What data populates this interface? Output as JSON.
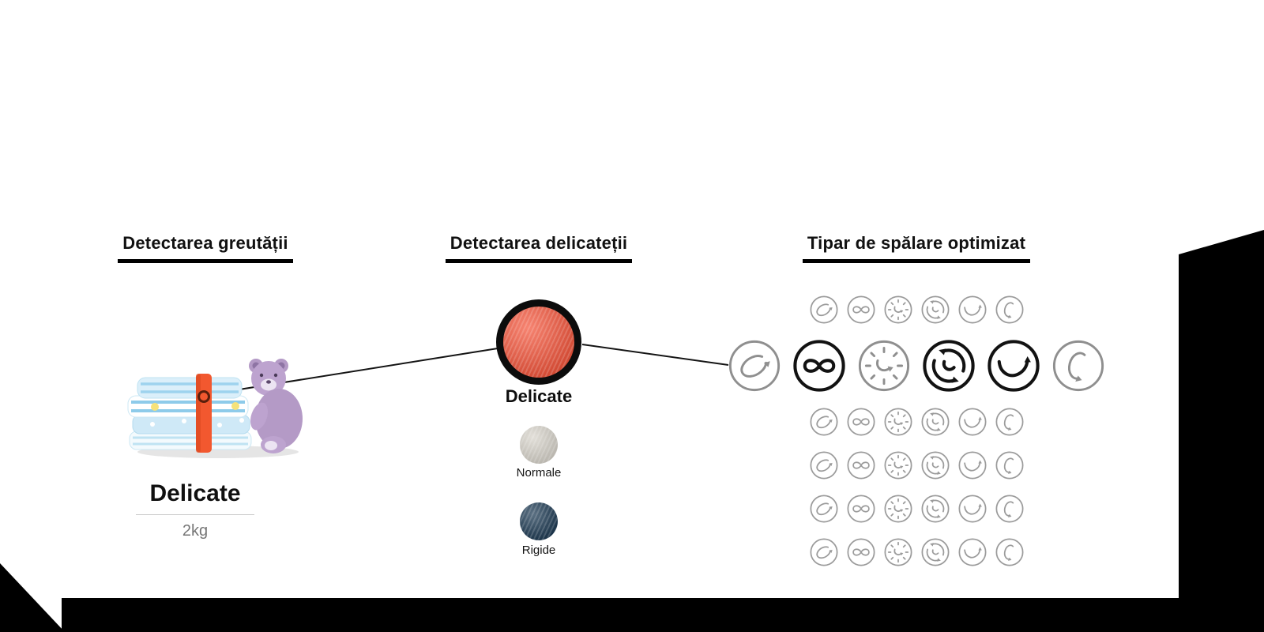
{
  "sections": {
    "weight": {
      "title": "Detectarea greutății",
      "result_label": "Delicate",
      "result_value": "2kg",
      "illustration": "folded-delicate-clothes-with-teddy-bear"
    },
    "softness": {
      "title": "Detectarea delicateții",
      "selected": {
        "label": "Delicate",
        "color": "#f3543a"
      },
      "options": [
        {
          "label": "Normale",
          "color": "#d7d3ca"
        },
        {
          "label": "Rigide",
          "color": "#1d3a53"
        }
      ]
    },
    "pattern": {
      "title": "Tipar de spălare optimizat",
      "motion_icons": [
        "drum-motion-tumble-icon",
        "drum-motion-rolling-icon",
        "drum-motion-swing-icon",
        "drum-motion-stepping-icon",
        "drum-motion-scrubbing-icon",
        "drum-motion-filtration-icon"
      ],
      "rows": [
        {
          "size": "small",
          "emphasized": []
        },
        {
          "size": "large",
          "emphasized": [
            1,
            3,
            4
          ]
        },
        {
          "size": "small",
          "emphasized": []
        },
        {
          "size": "small",
          "emphasized": []
        },
        {
          "size": "small",
          "emphasized": []
        },
        {
          "size": "small",
          "emphasized": []
        }
      ]
    }
  },
  "colors": {
    "connector_line": "#141414",
    "underline": "#000000",
    "icon_gray": "#9b9b9b",
    "icon_black": "#121212",
    "background_shapes": "#000000"
  }
}
